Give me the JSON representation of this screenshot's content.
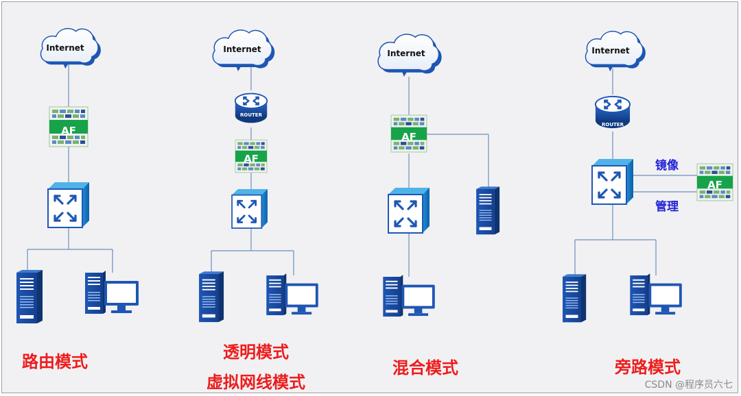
{
  "cloud_label": "Internet",
  "router_label": "ROUTER",
  "firewall_label": "AF",
  "modes": [
    {
      "label": "路由模式"
    },
    {
      "label": "透明模式",
      "sub_label": "虚拟网线模式"
    },
    {
      "label": "混合模式"
    },
    {
      "label": "旁路模式"
    }
  ],
  "bypass_links": {
    "mirror": "镜像",
    "management": "管理"
  },
  "watermark": "CSDN @程序员六七",
  "colors": {
    "mode_label": "#ee1c1c",
    "link_label": "#2323d8",
    "firewall_green": "#16a34a",
    "device_blue": "#1e56b4"
  }
}
